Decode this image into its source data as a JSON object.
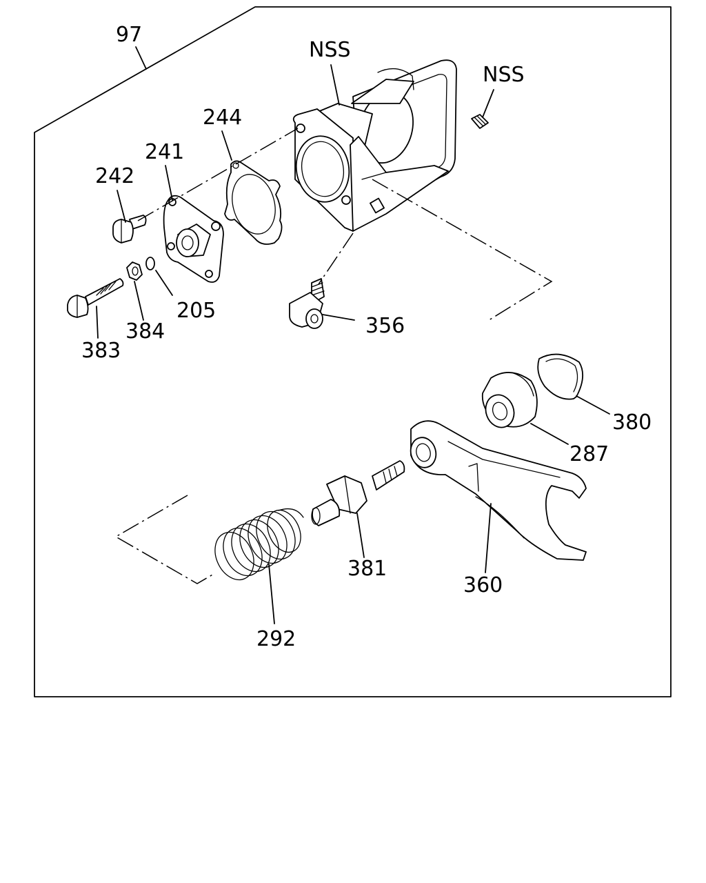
{
  "diagram": {
    "group_label": "97",
    "callouts": {
      "nss_housing": "NSS",
      "nss_plug": "NSS",
      "p244": "244",
      "p241": "241",
      "p242": "242",
      "p205": "205",
      "p384": "384",
      "p383": "383",
      "p356": "356",
      "p380": "380",
      "p287": "287",
      "p381": "381",
      "p360": "360",
      "p292": "292"
    }
  }
}
